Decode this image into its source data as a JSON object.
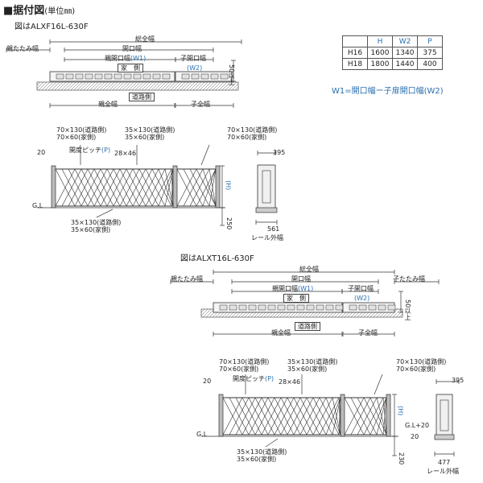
{
  "header": {
    "title": "■据付図",
    "unit": "(単位㎜)"
  },
  "table": {
    "headers": [
      "",
      "H",
      "W2",
      "P"
    ],
    "rows": [
      [
        "H16",
        "1600",
        "1340",
        "375"
      ],
      [
        "H18",
        "1800",
        "1440",
        "400"
      ]
    ],
    "note": "W1=開口幅ー子扉開口幅(W2)"
  },
  "fig1": {
    "title": "図はALXF16L-630F",
    "plan": {
      "total_width": "総全幅",
      "fold_width": "親たたみ幅",
      "opening_width": "開口幅",
      "parent_opening": "親開口幅",
      "w1": "(W1)",
      "child_opening": "子開口幅",
      "w2": "(W2)",
      "house_side": "家　側",
      "road_side": "道路側",
      "over50": "50以上",
      "parent_total": "親全幅",
      "child_total": "子全幅"
    },
    "elev": {
      "rail_left_1": "70×130(道路側)",
      "rail_left_2": "70×60(家側)",
      "rail_mid_1": "35×130(道路側)",
      "rail_mid_2": "35×60(家側)",
      "rail_right_1": "70×130(道路側)",
      "rail_right_2": "70×60(家側)",
      "dim_20": "20",
      "pitch": "開度ピッチ",
      "pitch_p": "(P)",
      "lattice": "28×46",
      "gl": "G.L",
      "h_label": "(H)",
      "bottom_1": "35×130(道路側)",
      "bottom_2": "35×60(家側)",
      "dim_250": "250",
      "dim_395": "395",
      "dim_561": "561",
      "rail_outer": "レール外幅"
    }
  },
  "fig2": {
    "title": "図はALXT16L-630F",
    "plan": {
      "total_width": "総全幅",
      "fold_width_left": "親たたみ幅",
      "fold_width_right": "子たたみ幅",
      "opening_width": "開口幅",
      "parent_opening": "親開口幅",
      "w1": "(W1)",
      "child_opening": "子開口幅",
      "w2": "(W2)",
      "house_side": "家　側",
      "road_side": "道路側",
      "over50": "50以上",
      "parent_total": "親全幅",
      "child_total": "子全幅"
    },
    "elev": {
      "rail_left_1": "70×130(道路側)",
      "rail_left_2": "70×60(家側)",
      "rail_mid_1": "35×130(道路側)",
      "rail_mid_2": "35×60(家側)",
      "rail_right_1": "70×130(道路側)",
      "rail_right_2": "70×60(家側)",
      "dim_20": "20",
      "pitch": "開度ピッチ",
      "pitch_p": "(P)",
      "lattice": "28×46",
      "gl": "G.L",
      "gl20": "G.L+20",
      "dim_20b": "20",
      "h_label": "(H)",
      "bottom_1": "35×130(道路側)",
      "bottom_2": "35×60(家側)",
      "dim_230": "230",
      "dim_395": "395",
      "dim_477": "477",
      "rail_outer": "レール外幅"
    }
  },
  "colors": {
    "accent": "#2a6fb0",
    "line": "#333333",
    "hatch": "#666666"
  }
}
